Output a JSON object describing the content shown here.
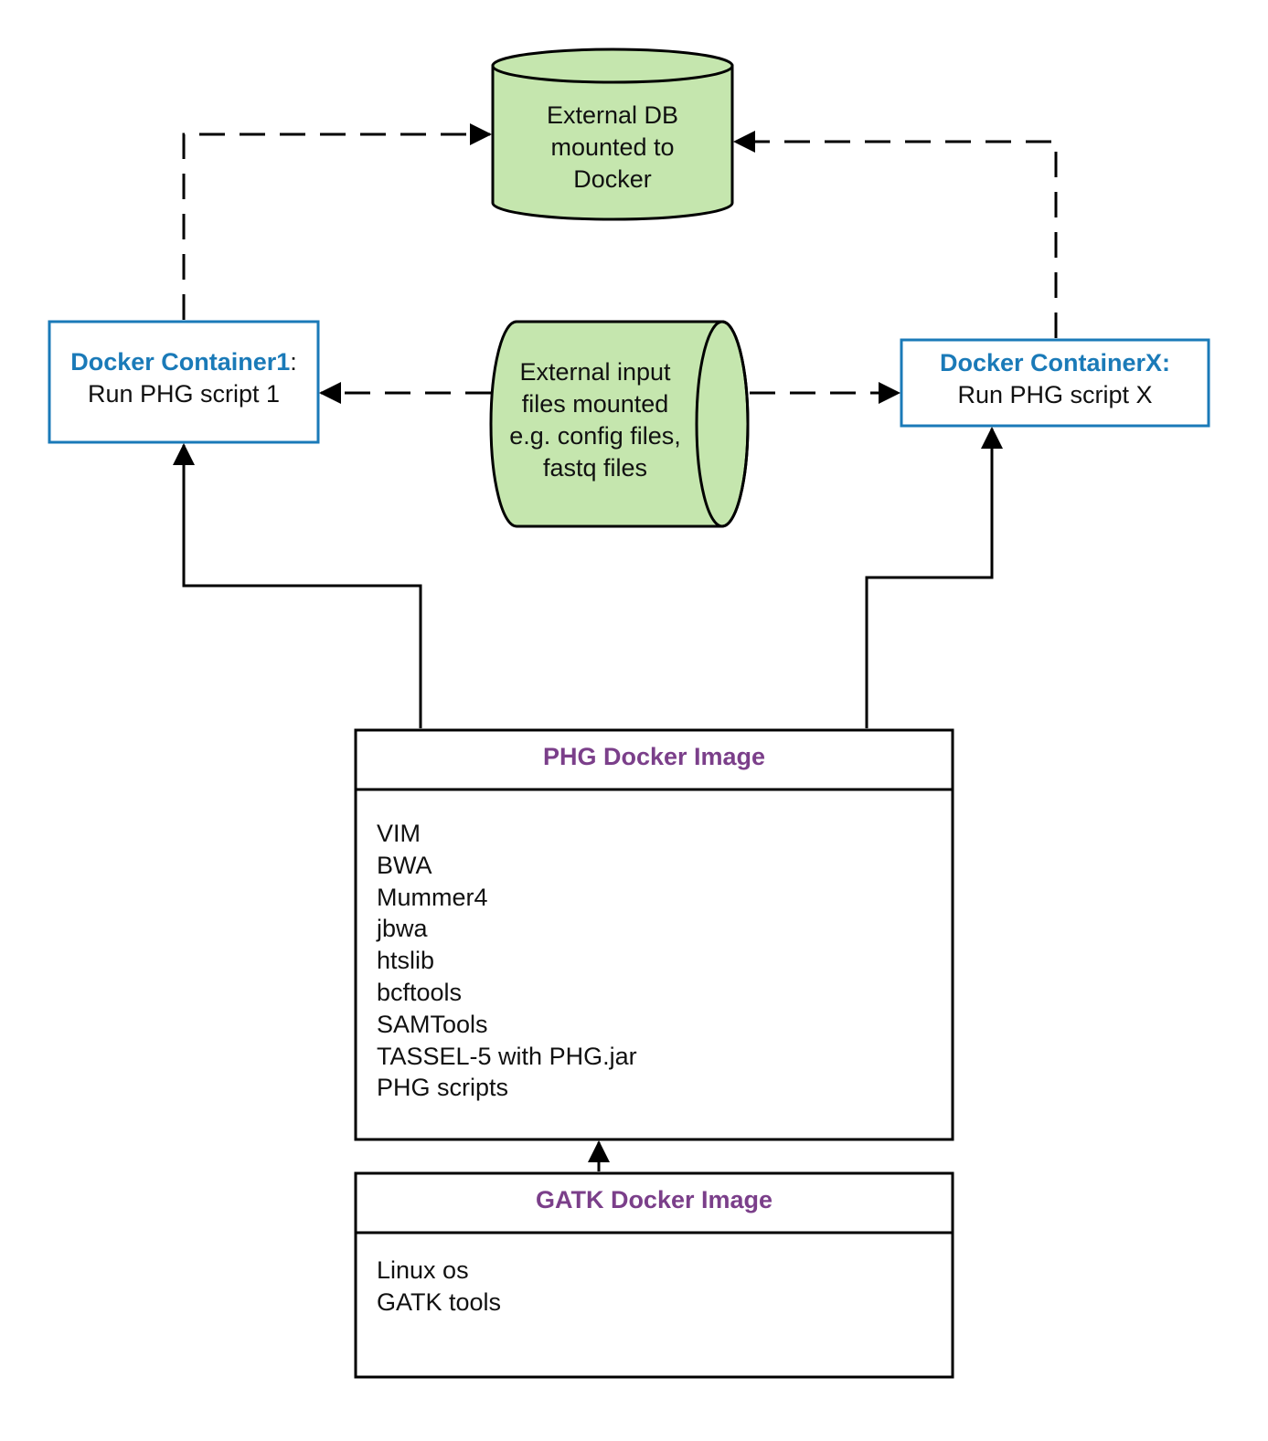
{
  "colors": {
    "cylinder_fill": "#c5e6ae",
    "container_border": "#1a7ab8",
    "container_title": "#1a7ab8",
    "image_title": "#7b3f8a",
    "line": "#000000"
  },
  "external_db": {
    "lines": [
      "External DB",
      "mounted to",
      "Docker"
    ]
  },
  "external_input": {
    "lines": [
      "External input",
      "files  mounted",
      "e.g. config files,",
      "fastq files"
    ]
  },
  "container1": {
    "title": "Docker Container1",
    "title_suffix": ":",
    "subtitle": "Run PHG script 1"
  },
  "containerX": {
    "title": "Docker ContainerX:",
    "subtitle": "Run PHG script X"
  },
  "phg_image": {
    "title": "PHG Docker Image",
    "items": [
      "VIM",
      "BWA",
      "Mummer4",
      "jbwa",
      "htslib",
      "bcftools",
      "SAMTools",
      "TASSEL-5 with PHG.jar",
      "PHG scripts"
    ]
  },
  "gatk_image": {
    "title": "GATK Docker Image",
    "items": [
      "Linux os",
      "GATK tools"
    ]
  }
}
